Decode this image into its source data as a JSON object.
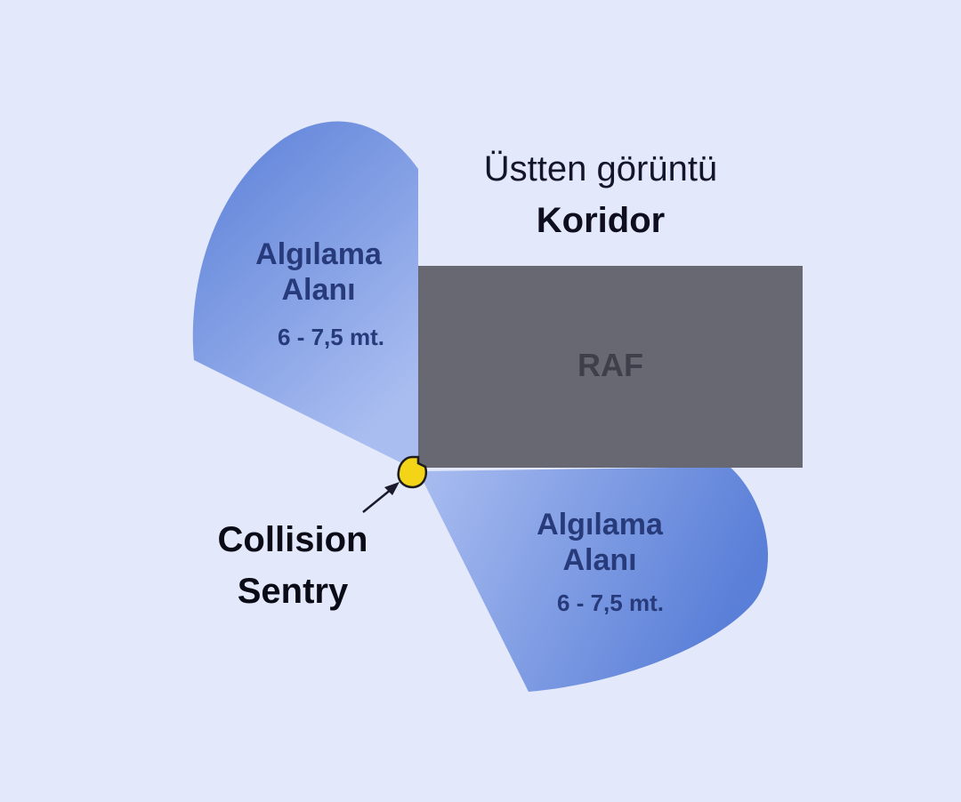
{
  "diagram": {
    "view_label": "Üstten görüntü",
    "corridor_label": "Koridor",
    "shelf_label": "RAF",
    "detection_zones": [
      {
        "title_line1": "Algılama",
        "title_line2": "Alanı",
        "range": "6 - 7,5 mt."
      },
      {
        "title_line1": "Algılama",
        "title_line2": "Alanı",
        "range": "6 - 7,5 mt."
      }
    ],
    "sensor_label_line1": "Collision",
    "sensor_label_line2": "Sentry"
  },
  "colors": {
    "background": "#e3e9fb",
    "shelf": "#676871",
    "zone_dark": "#5a7fd8",
    "zone_light": "#a9bdf0",
    "sensor": "#f3d417"
  }
}
